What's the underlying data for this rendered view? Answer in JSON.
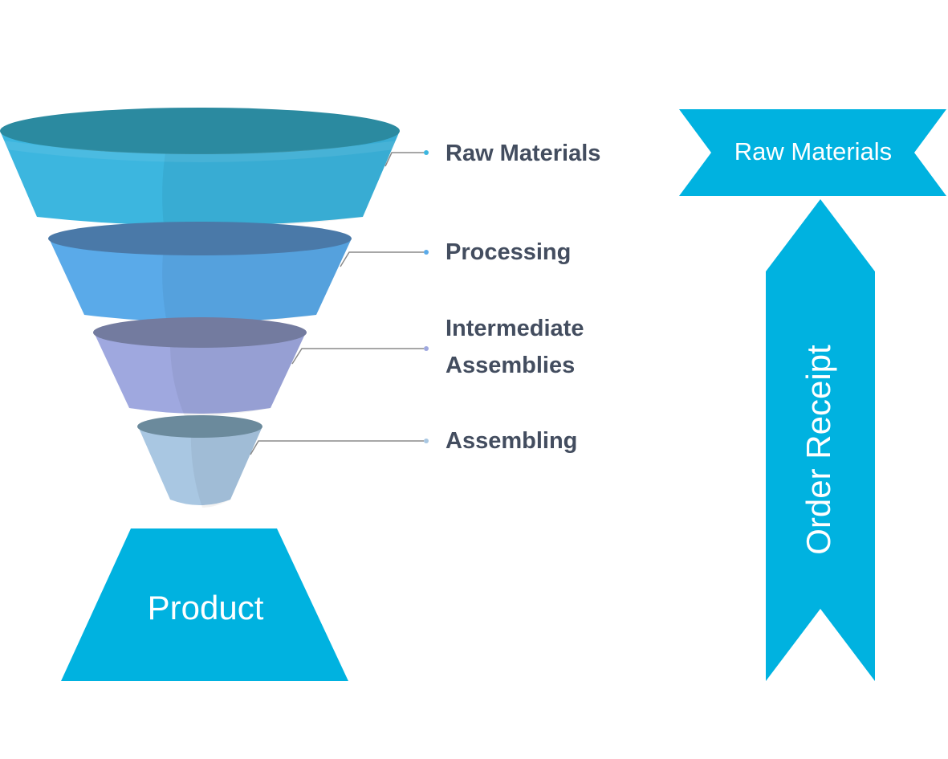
{
  "colors": {
    "background": "#ffffff",
    "label_text": "#434d5f",
    "connector": "#8a8a8a",
    "banner": "#00b2e0",
    "banner_text": "#ffffff",
    "tier_1": "#3cb6df",
    "tier_1_top": "#2b8aa0",
    "tier_2": "#5aaae9",
    "tier_2_top": "#4a79a8",
    "tier_3": "#9fa8df",
    "tier_3_top": "#737b9f",
    "tier_4": "#a9c7e2",
    "tier_4_top": "#6b8a9c"
  },
  "funnel": {
    "stages": [
      {
        "label_lines": [
          "Raw Materials"
        ],
        "dot_color": "#3cb6df"
      },
      {
        "label_lines": [
          "Processing"
        ],
        "dot_color": "#5aaae9"
      },
      {
        "label_lines": [
          "Intermediate",
          "Assemblies"
        ],
        "dot_color": "#9fa8df"
      },
      {
        "label_lines": [
          "Assembling"
        ],
        "dot_color": "#a9c7e2"
      }
    ]
  },
  "product_box": {
    "label": "Product"
  },
  "banner": {
    "top_label": "Raw Materials",
    "arrow_label": "Order Receipt"
  }
}
